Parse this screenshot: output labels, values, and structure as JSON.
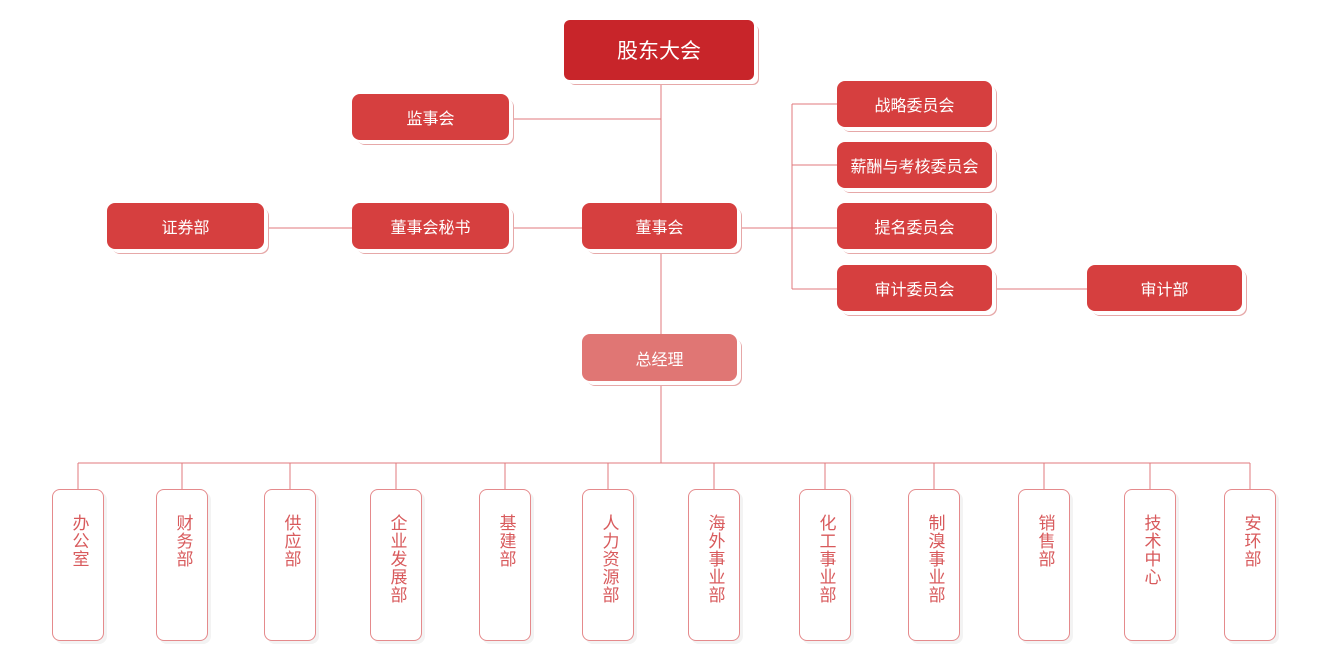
{
  "org": {
    "shareholders": "股东大会",
    "supervisory_board": "监事会",
    "board": "董事会",
    "board_secretary": "董事会秘书",
    "securities_dept": "证券部",
    "committees": [
      "战略委员会",
      "薪酬与考核委员会",
      "提名委员会",
      "审计委员会"
    ],
    "audit_dept": "审计部",
    "general_manager": "总经理",
    "departments": [
      "办公室",
      "财务部",
      "供应部",
      "企业发展部",
      "基建部",
      "人力资源部",
      "海外事业部",
      "化工事业部",
      "制溴事业部",
      "销售部",
      "技术中心",
      "安环部"
    ]
  },
  "colors": {
    "primary": "#d63f3f",
    "top": "#c8252a",
    "general_manager": "#e07674",
    "line": "#e07a7c"
  }
}
